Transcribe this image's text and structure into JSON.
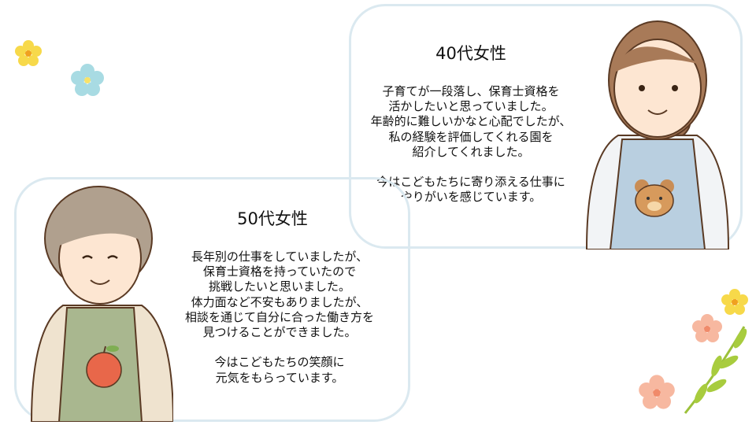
{
  "card40": {
    "title": "40代女性",
    "lines": [
      "子育てが一段落し、保育士資格を",
      "活かしたいと思っていました。",
      "年齢的に難しいかなと心配でしたが、",
      "私の経験を評価してくれる園を",
      "紹介してくれました。"
    ],
    "lines2": [
      "今はこどもたちに寄り添える仕事に",
      "やりがいを感じています。"
    ]
  },
  "card50": {
    "title": "50代女性",
    "lines": [
      "長年別の仕事をしていましたが、",
      "保育士資格を持っていたので",
      "挑戦したいと思いました。",
      "体力面など不安もありましたが、",
      "相談を通じて自分に合った働き方を",
      "見つけることができました。"
    ],
    "lines2": [
      "今はこどもたちの笑顔に",
      "元気をもらっています。"
    ]
  },
  "colors": {
    "border": "#dbe9f0",
    "apron40": "#b9cfe0",
    "apron50": "#a9b78f"
  }
}
